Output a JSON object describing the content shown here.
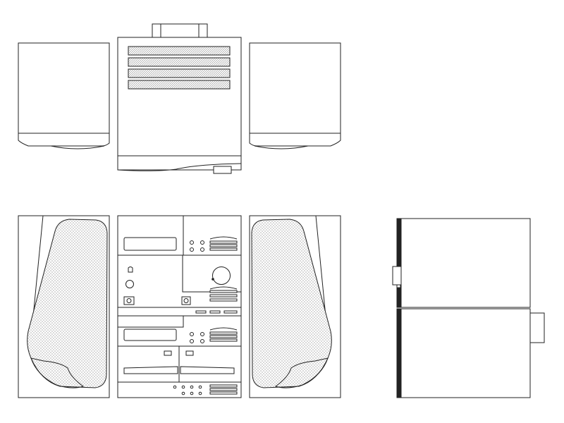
{
  "figure": {
    "style": "line-drawing",
    "stroke_color": "#222222",
    "fill_color": "#ffffff",
    "mesh_color": "#9a9a9a"
  },
  "views": [
    {
      "id": "top-view",
      "parts": [
        "left-speaker-top",
        "main-unit-top",
        "right-speaker-top"
      ]
    },
    {
      "id": "front-view",
      "parts": [
        "left-speaker-front",
        "main-unit-front",
        "right-speaker-front"
      ]
    },
    {
      "id": "side-view",
      "parts": [
        "upper-section",
        "lower-section"
      ]
    }
  ]
}
